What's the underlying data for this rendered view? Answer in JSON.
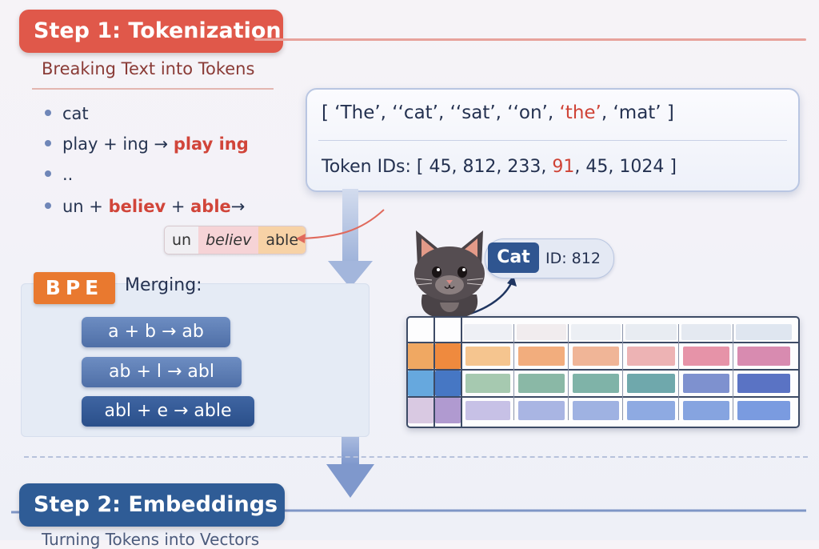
{
  "step1": {
    "title": "Step 1: Tokenization",
    "subtitle": "Breaking Text into Tokens"
  },
  "bullets": {
    "b1": "cat",
    "b2_plain": "play + ing → ",
    "b2_result": "play ing",
    "b3": "..",
    "b4_un": "un + ",
    "b4_believ": "believ",
    "b4_plus": " + ",
    "b4_able": "able",
    "b4_arrow": "→"
  },
  "segments": {
    "un": "un",
    "believ": "believ",
    "able": "able"
  },
  "tokens": {
    "open": "[ ‘The’, ‘‘cat’, ‘‘sat’, ‘‘on’, ",
    "the": "‘the’",
    "close": ", ‘mat’ ]",
    "ids_label": "Token IDs:",
    "ids_open": " [ 45, 812, 233, ",
    "ids_red": "91",
    "ids_close": ", 45, 1024 ]"
  },
  "bpe": {
    "badge": "BPE",
    "label": "Merging:",
    "rules": [
      "a + b → ab",
      "ab + l → abl",
      "abl + e → able"
    ]
  },
  "cat": {
    "chip": "Cat",
    "id": "ID: 812"
  },
  "step2": {
    "title": "Step 2: Embeddings",
    "subtitle": "Turning Tokens into Vectors"
  },
  "colors": {
    "step1_banner": "#e0584a",
    "step2_banner": "#2f5c96",
    "highlight": "#d1453a",
    "bpe_badge": "#e9792f"
  }
}
